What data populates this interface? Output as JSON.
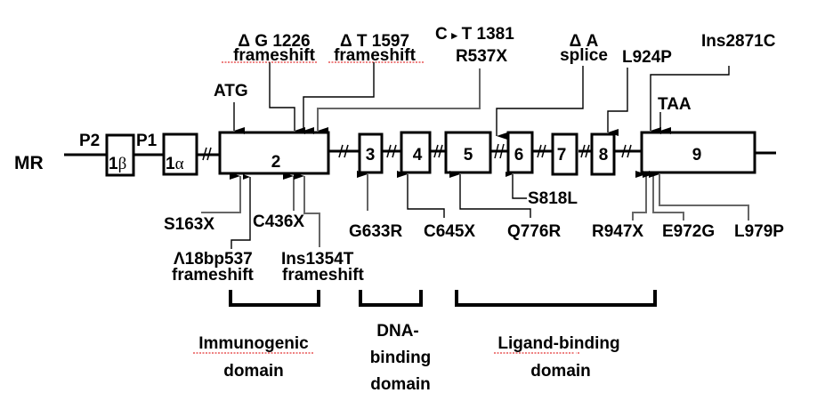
{
  "gene": {
    "name": "MR",
    "promoters": [
      "P2",
      "P1"
    ],
    "exons": [
      {
        "id": "1b",
        "num": "1",
        "suffix": "β"
      },
      {
        "id": "1a",
        "num": "1",
        "suffix": "α"
      },
      {
        "id": "2",
        "label": "2"
      },
      {
        "id": "3",
        "label": "3"
      },
      {
        "id": "4",
        "label": "4"
      },
      {
        "id": "5",
        "label": "5"
      },
      {
        "id": "6",
        "label": "6"
      },
      {
        "id": "7",
        "label": "7"
      },
      {
        "id": "8",
        "label": "8"
      },
      {
        "id": "9",
        "label": "9"
      }
    ],
    "start_codon": "ATG",
    "stop_codon": "TAA"
  },
  "mutations_above": {
    "delG1226": {
      "line1": "Δ G 1226",
      "line2": "frameshift"
    },
    "delT1597": {
      "line1": "Δ T 1597",
      "line2": "frameshift"
    },
    "c1381t": {
      "line1_left": "C",
      "arrow": "►",
      "line1_right": "T 1381",
      "line2": "R537X"
    },
    "delA": {
      "line1": "Δ A",
      "line2": "splice"
    },
    "l924p": "L924P",
    "ins2871c": "Ins2871C"
  },
  "mutations_below": {
    "s163x": "S163X",
    "c436x": "C436X",
    "del18bp": {
      "line1": "Λ18bp537",
      "line2": "frameshift"
    },
    "ins1354t": {
      "line1": "Ins1354T",
      "line2": "frameshift"
    },
    "g633r": "G633R",
    "c645x": "C645X",
    "s818l": "S818L",
    "q776r": "Q776R",
    "r947x": "R947X",
    "e972g": "E972G",
    "l979p": "L979P"
  },
  "domains": [
    {
      "lines": [
        "Immunogenic",
        "domain"
      ]
    },
    {
      "lines": [
        "DNA-",
        "binding",
        "domain"
      ]
    },
    {
      "lines": [
        "Ligand-binding",
        "domain"
      ]
    }
  ]
}
